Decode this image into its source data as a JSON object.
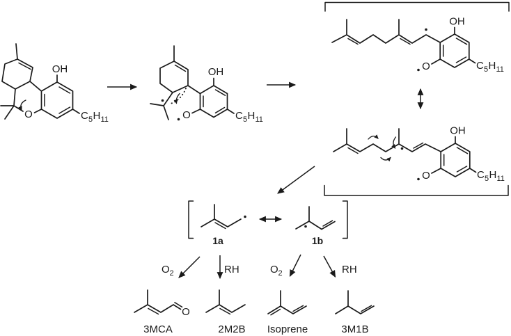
{
  "colors": {
    "ink": "#1a1a1a",
    "background": "#ffffff"
  },
  "formulas": {
    "hydroxyl": "OH",
    "oxygen": "O",
    "pentyl_c": "C",
    "pentyl_sub5": "5",
    "pentyl_h": "H",
    "pentyl_sub11": "11",
    "dioxygen_o": "O",
    "dioxygen_sub2": "2",
    "hydrogen_donor": "RH"
  },
  "species": {
    "radical_1a": "1a",
    "radical_1b": "1b",
    "product_3mca": "3MCA",
    "product_2m2b": "2M2B",
    "product_isoprene": "Isoprene",
    "product_3m1b": "3M1B"
  }
}
